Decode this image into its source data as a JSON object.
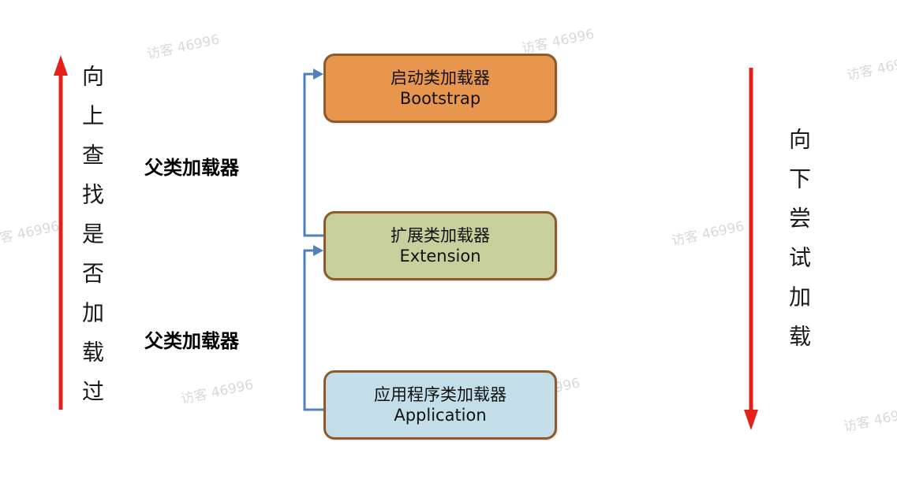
{
  "diagram": {
    "left_flow": {
      "label": "向上查找是否加载过"
    },
    "right_flow": {
      "label": "向下尝试加载"
    },
    "parent_labels": [
      {
        "label": "父类加载器"
      },
      {
        "label": "父类加载器"
      }
    ],
    "boxes": [
      {
        "title": "启动类加载器",
        "subtitle": "Bootstrap",
        "fill": "#E8954E",
        "border": "#8C5A2B"
      },
      {
        "title": "扩展类加载器",
        "subtitle": "Extension",
        "fill": "#C7CF9D",
        "border": "#8C5A2B"
      },
      {
        "title": "应用程序类加载器",
        "subtitle": "Application",
        "fill": "#C3DEE9",
        "border": "#8C5A2B"
      }
    ],
    "colors": {
      "arrow_red": "#E32119",
      "connector_blue": "#4F81BD"
    },
    "watermark": {
      "text": "访客 46996"
    }
  }
}
